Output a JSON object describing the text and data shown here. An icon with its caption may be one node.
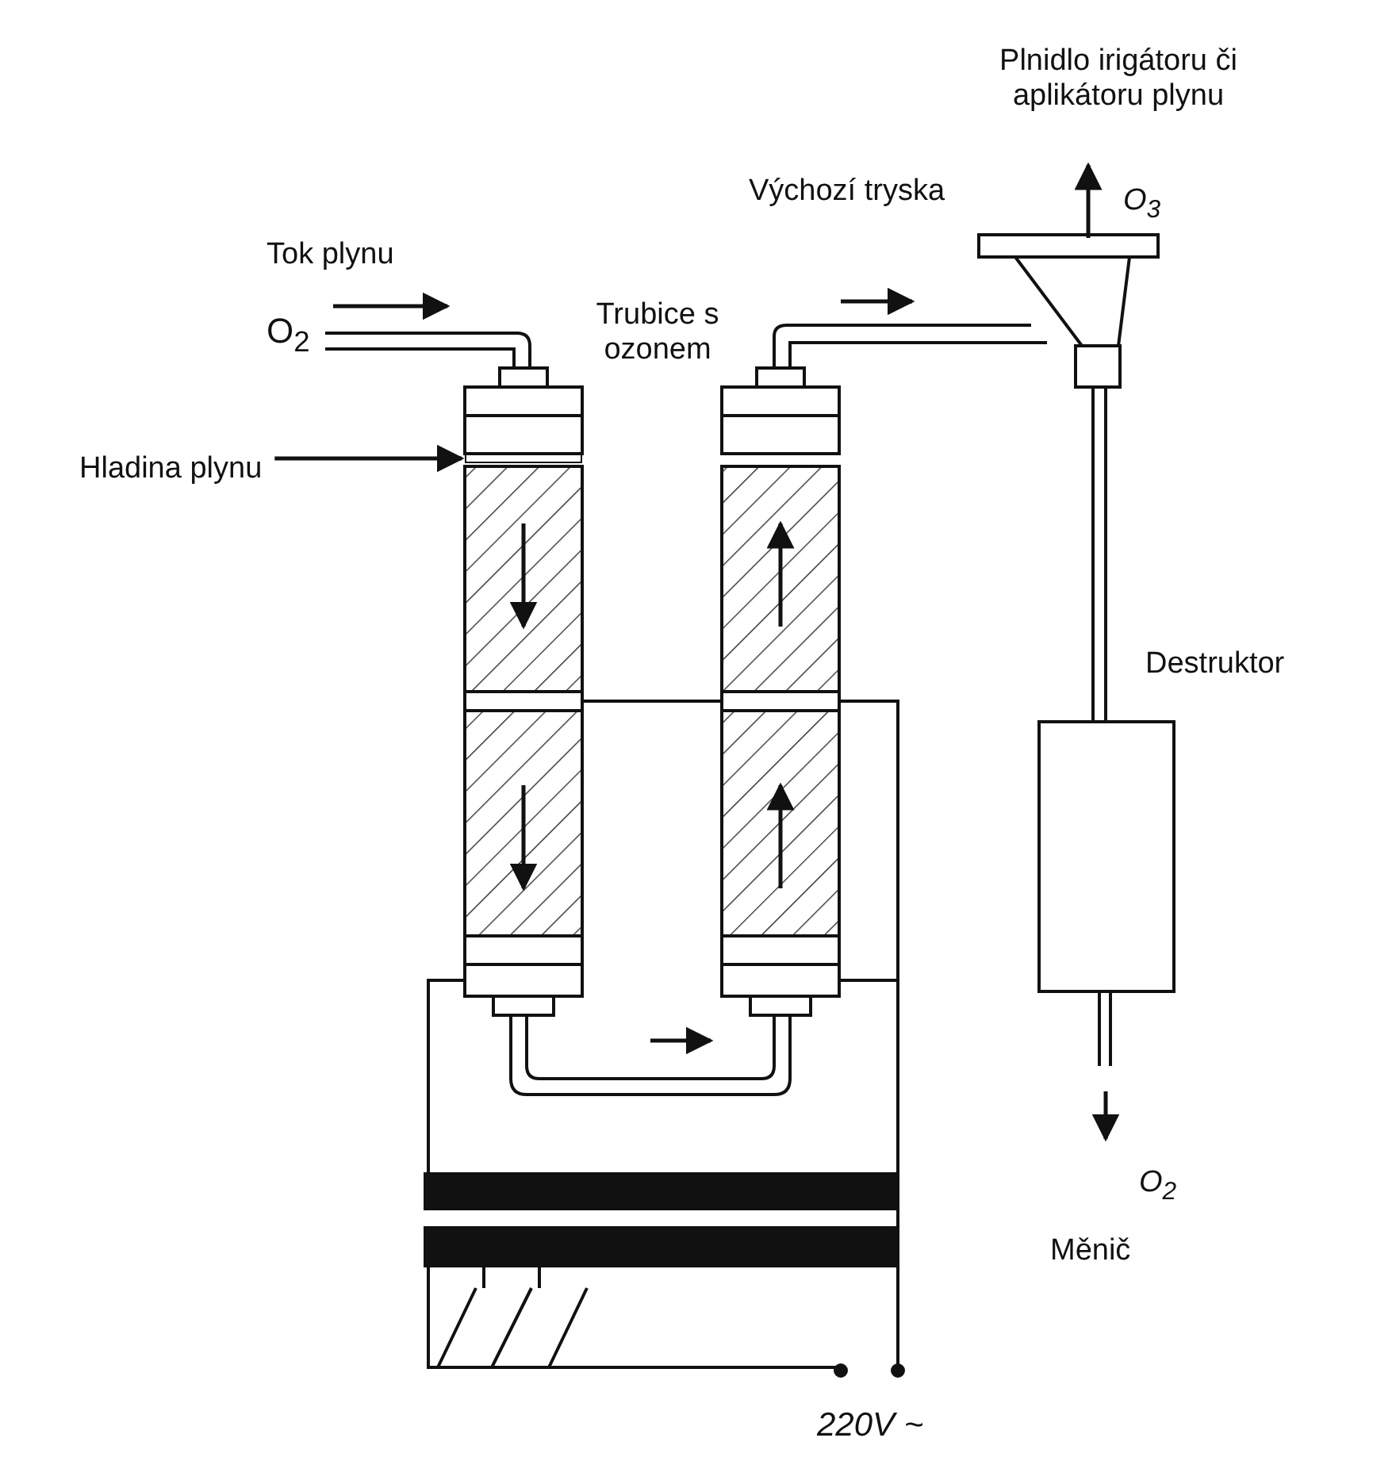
{
  "diagram": {
    "nodes": [
      {
        "text": [
          "Hladina plynu"
        ]
      },
      {
        "text": [],
        "shape": "bar"
      }
    ],
    "edges": [
      {
        "from": 0,
        "to": 1,
        "arrow": "to"
      }
    ],
    "labels": [
      "Plnidlo irigátoru či aplikátoru plynu",
      "Výchozí tryska",
      "O$_{3}$",
      "Tok plynu",
      "O$_{2}$",
      "Trubice s ozonem",
      "Destruktor",
      "O$_{2}$",
      "Měnič",
      "220V ~"
    ]
  }
}
